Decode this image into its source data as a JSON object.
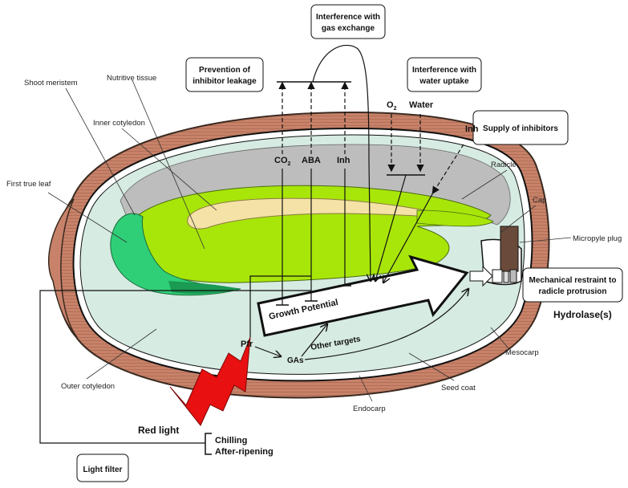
{
  "labels": {
    "shoot_meristem": "Shoot meristem",
    "nutritive_tissue": "Nutritive tissue",
    "inner_cotyledon": "Inner cotyledon",
    "first_true_leaf": "First true leaf",
    "outer_cotyledon": "Outer cotyledon",
    "radicle": "Radicle",
    "cap": "Cap",
    "micropyle_plug": "Micropyle plug",
    "mesocarp": "Mesocarp",
    "seed_coat": "Seed coat",
    "endocarp": "Endocarp",
    "hydrolases": "Hydrolase(s)",
    "red_light": "Red light",
    "pfr": "Pfr",
    "gas": "GAs",
    "other_targets": "Other targets",
    "growth_potential": "Growth  Potential",
    "co2": "CO",
    "co2_sub": "2",
    "aba": "ABA",
    "inh_inner": "Inh",
    "o2": "O",
    "o2_sub": "2",
    "water": "Water",
    "inh_outer": "Inh",
    "chilling": "Chilling",
    "after_ripening": "After-ripening"
  },
  "boxes": {
    "gas_exchange_1": "Interference with",
    "gas_exchange_2": "gas exchange",
    "prevention_1": "Prevention of",
    "prevention_2": "inhibitor leakage",
    "water_uptake_1": "Interference with",
    "water_uptake_2": "water uptake",
    "supply": "Supply of inhibitors",
    "mechanical_1": "Mechanical restraint to",
    "mechanical_2": "radicle protrusion",
    "light_filter": "Light filter"
  },
  "colors": {
    "pericarp": "#c8826a",
    "pericarp_dark": "#8a4a34",
    "endosperm": "#d6ebe2",
    "nutritive": "#bdbdbd",
    "cotyledon": "#a8e60a",
    "inner_tissue": "#f4e2a6",
    "leaf": "#2fcf78",
    "red_light": "#e81010"
  }
}
